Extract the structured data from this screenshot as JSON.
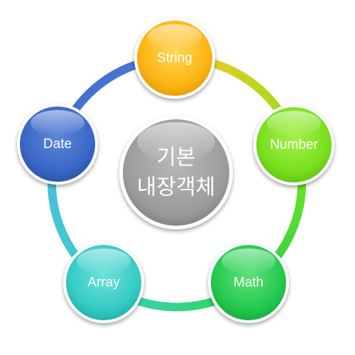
{
  "center": {
    "line1": "기본",
    "line2": "내장객체",
    "color": "#9a9a9a"
  },
  "nodes": [
    {
      "id": "string",
      "label": "String",
      "color": "#fbb514"
    },
    {
      "id": "number",
      "label": "Number",
      "color": "#79e01e"
    },
    {
      "id": "math",
      "label": "Math",
      "color": "#25c94f"
    },
    {
      "id": "array",
      "label": "Array",
      "color": "#36cbc5"
    },
    {
      "id": "date",
      "label": "Date",
      "color": "#3a68c6"
    }
  ]
}
